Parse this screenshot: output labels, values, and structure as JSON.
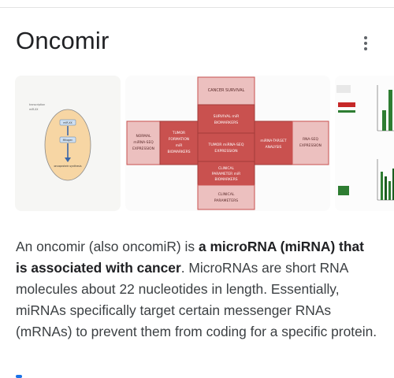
{
  "title": "Oncomir",
  "menu_icon": "more-vert-icon",
  "images": [
    {
      "labels": {
        "small_a": "transcription",
        "small_b": "miR-XX",
        "node_mirna": "miR-XX",
        "node_target": "Mitogen",
        "node_output": "oncoprotein synthesis"
      }
    },
    {
      "labels": {
        "cancer_survival": "CANCER SURVIVAL",
        "survival_mir": "SURVIVAL miR BIOMARKERS",
        "normal": "NORMAL miRNA-SEQ EXPRESSION",
        "tumor_formation": "TUMOR FORMATION miR BIOMARKERS",
        "tumor_seq": "TUMOR miRNA-SEQ EXPRESSION",
        "target_analysis": "miRNA-TARGET ANALYSIS",
        "rna_seq": "RNA-SEQ EXPRESSION",
        "clinical_param_mir": "CLINICAL PARAMETER miR BIOMARKERS",
        "clinical_params": "CLINICAL PARAMETERS"
      }
    },
    {
      "labels": {}
    }
  ],
  "description": {
    "part1": "An oncomir (also oncomiR) is ",
    "bold": "a microRNA (miRNA) that is associated with cancer",
    "part2": ". MicroRNAs are short RNA molecules about 22 nucleotides in length. Essentially, miRNAs specifically target certain messenger RNAs (mRNAs) to prevent them from coding for a specific protein."
  },
  "colors": {
    "text": "#202124",
    "body_text": "#3c4043",
    "diagram_red": "#c9514f",
    "diagram_pink": "#ecc0bf"
  }
}
